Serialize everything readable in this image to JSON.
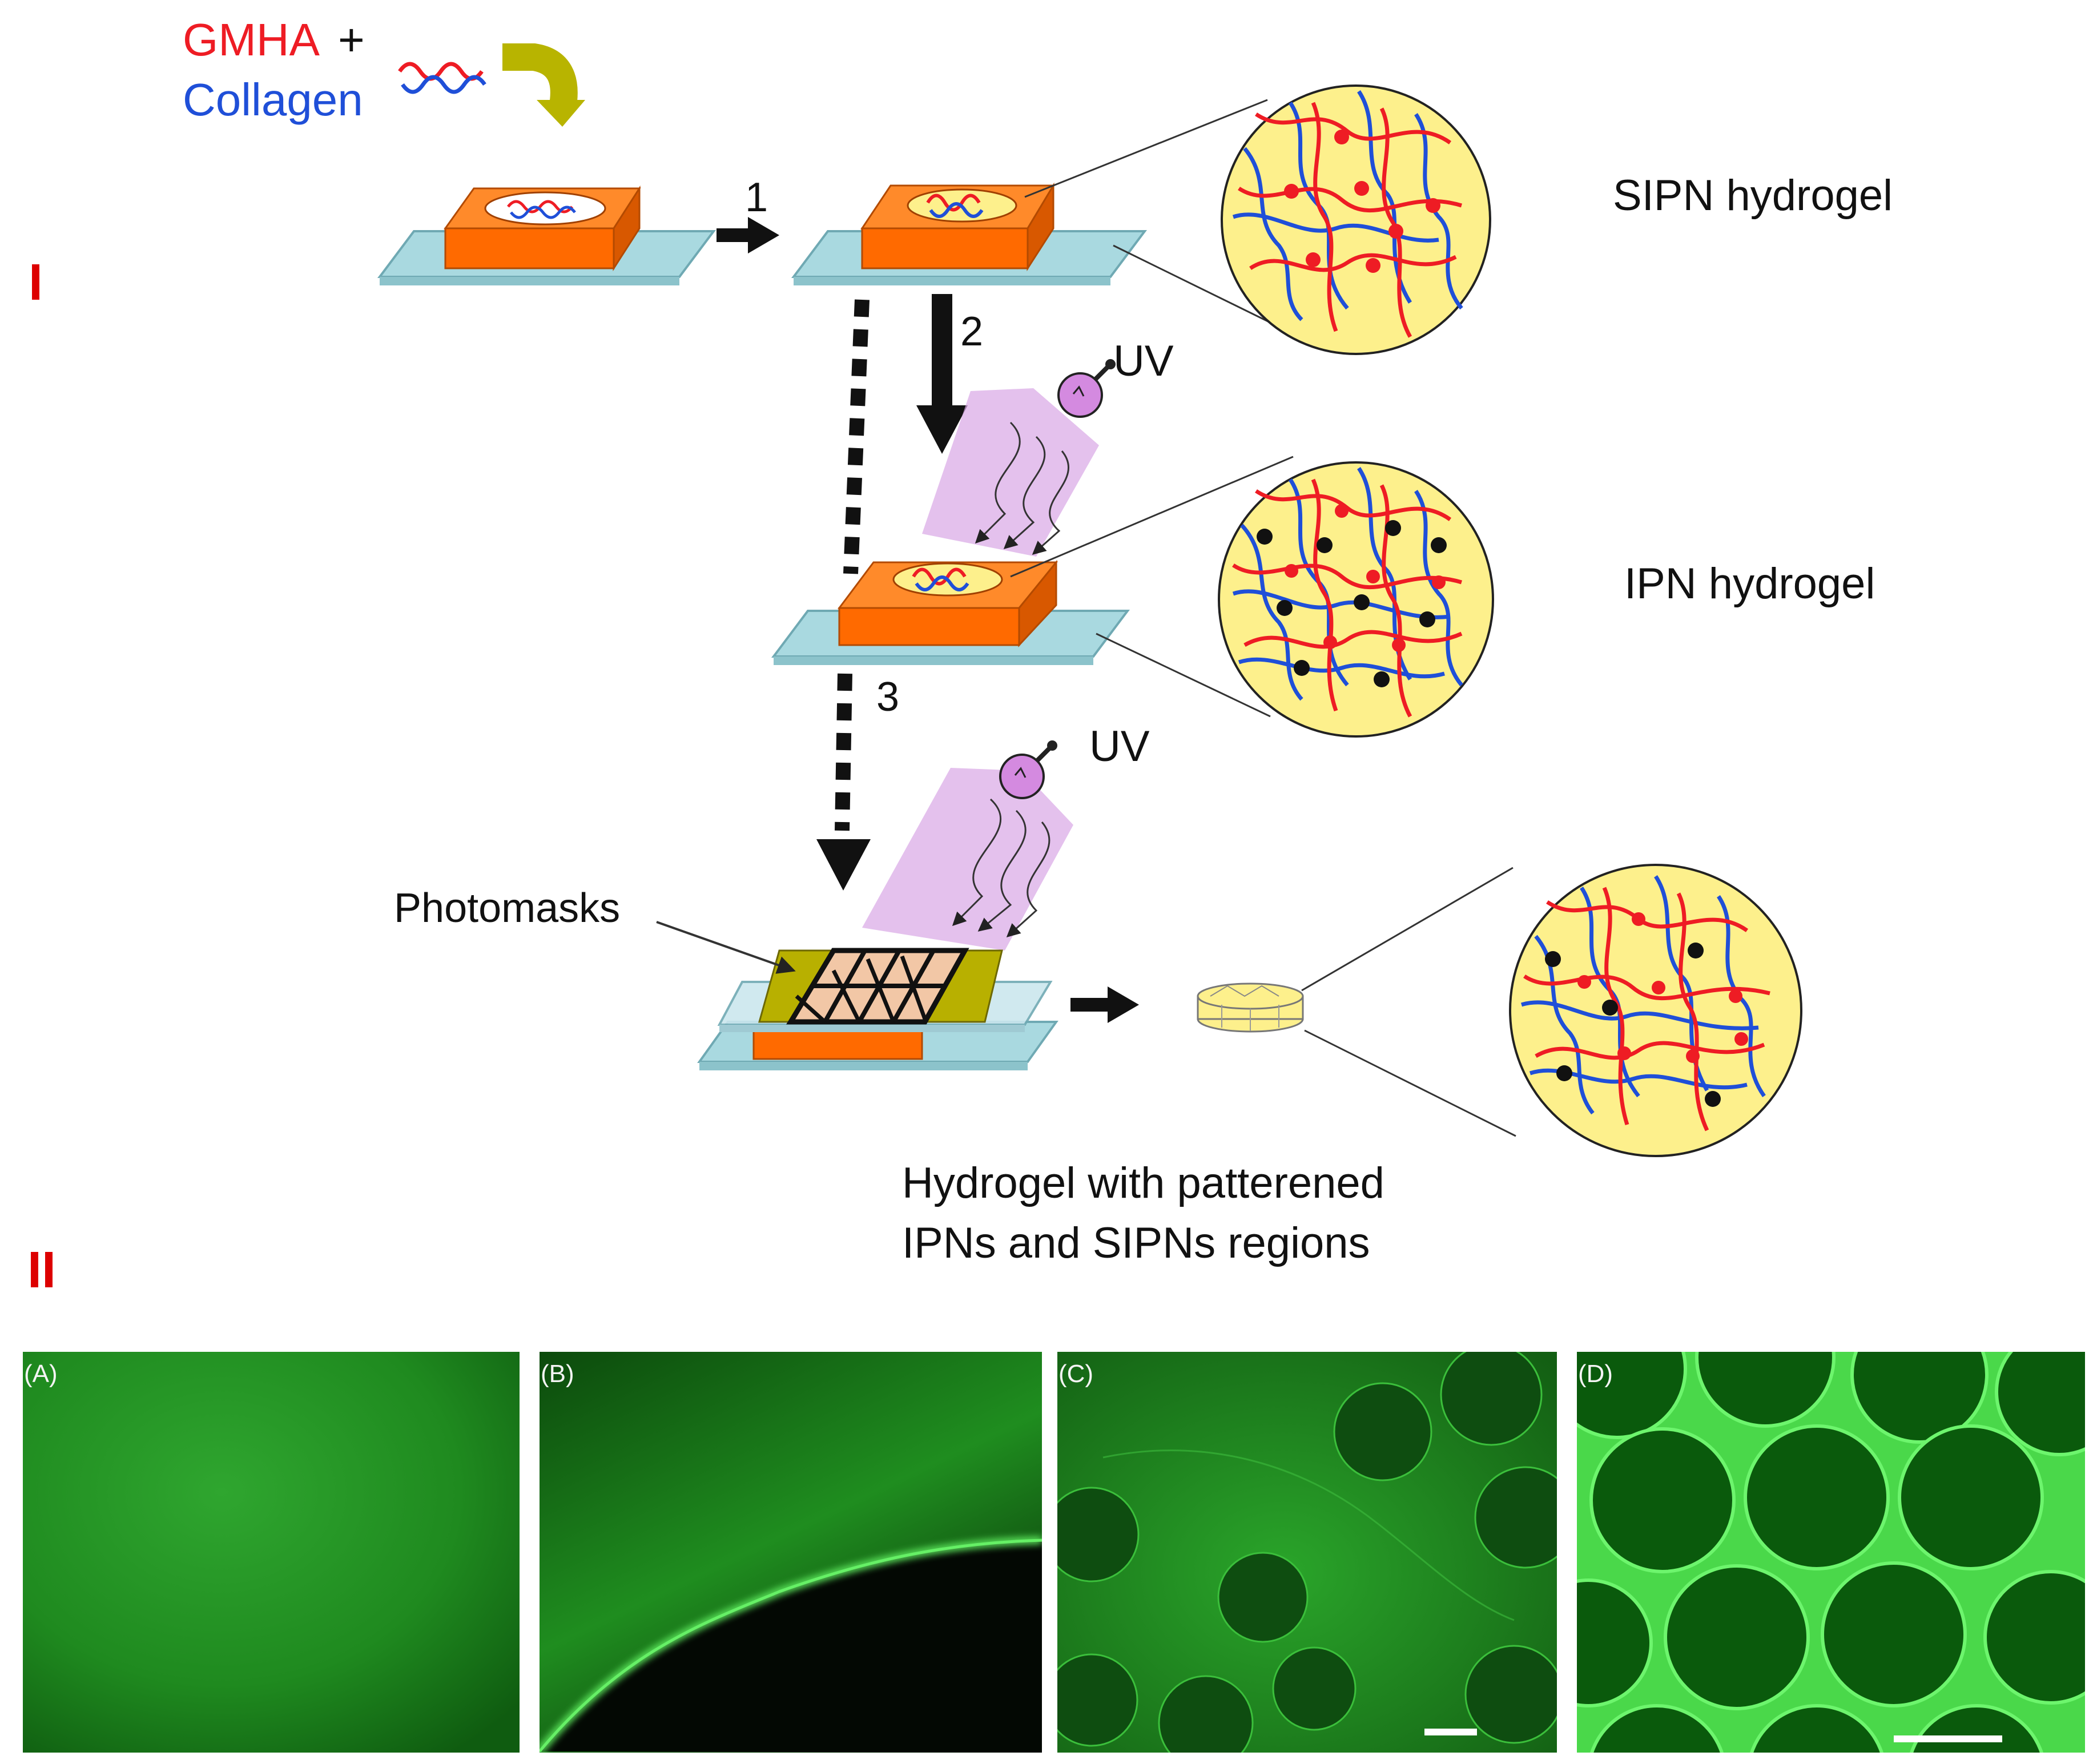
{
  "section_labels": {
    "part1": "I",
    "part2": "II"
  },
  "inputs": {
    "gmha": "GMHA",
    "plus": "+",
    "collagen": "Collagen"
  },
  "steps": {
    "step1": "1",
    "step2": "2",
    "step3": "3"
  },
  "uv_label": "UV",
  "states": {
    "sipn": "SIPN hydrogel",
    "ipn": "IPN hydrogel",
    "photomasks": "Photomasks",
    "patterned_line1": "Hydrogel with patterened",
    "patterned_line2": "IPNs and SIPNs regions"
  },
  "panels": [
    {
      "label": "(A)"
    },
    {
      "label": "(B)"
    },
    {
      "label": "(C)"
    },
    {
      "label": "(D)"
    }
  ],
  "colors": {
    "gmha": "#ee1c24",
    "collagen": "#1f4fd8",
    "mold": "#ff6a00",
    "slide": "#a9d9e0",
    "network_bg": "#fdf08c",
    "uv_beam": "#d9a6e6",
    "fluorescence": "#26b526",
    "section": "#dd0000"
  }
}
